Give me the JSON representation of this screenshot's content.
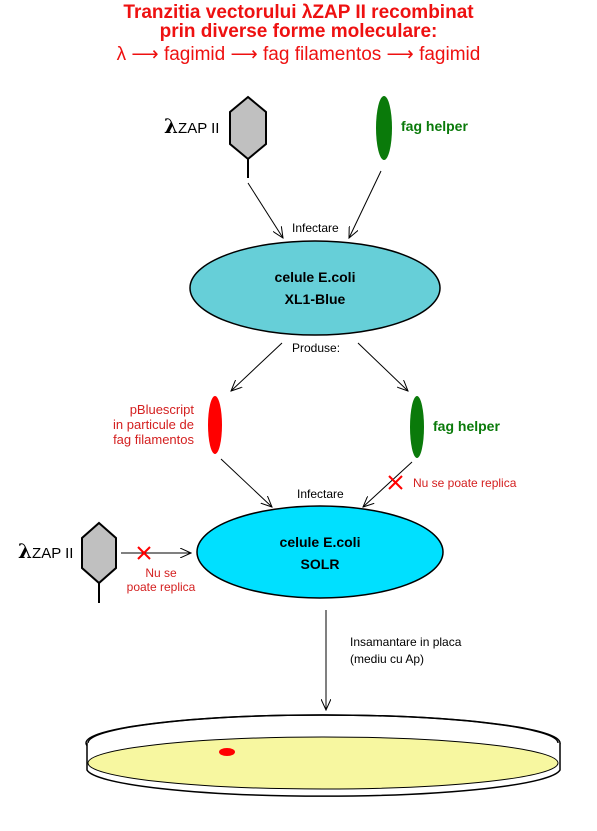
{
  "title": {
    "line1": "Tranzitia vectorului λZAP II recombinat",
    "line2": "prin diverse forme moleculare:",
    "line3": "λ ⟶ fagimid ⟶ fag filamentos ⟶ fagimid"
  },
  "top": {
    "lambda_label": "ZAP II",
    "lambda_symbol": "λ",
    "helper_label": "fag helper",
    "infect_label": "Infectare"
  },
  "cell1": {
    "line1": "celule E.coli",
    "line2": "XL1-Blue"
  },
  "produse_label": "Produse:",
  "middle": {
    "pbluescript_line1": "pBluescript",
    "pbluescript_line2": "in particule de",
    "pbluescript_line3": "fag filamentos",
    "helper_label": "fag helper",
    "no_replicate": "Nu se poate replica",
    "infect_label": "Infectare"
  },
  "bottom_left": {
    "lambda_symbol": "λ",
    "lambda_label": "ZAP II",
    "no_replicate_line1": "Nu se",
    "no_replicate_line2": "poate replica"
  },
  "cell2": {
    "line1": "celule E.coli",
    "line2": "SOLR"
  },
  "plating": {
    "line1": "Insamantare in placa",
    "line2": "(mediu cu Ap)"
  },
  "colors": {
    "title_red": "#ee1111",
    "cell1_fill": "#66cfd8",
    "cell2_fill": "#00e0ff",
    "phage_gray": "#c0c0c0",
    "helper_green": "#0a7a0a",
    "filament_red": "#ff0000",
    "plate_yellow": "#f7f7a0"
  }
}
